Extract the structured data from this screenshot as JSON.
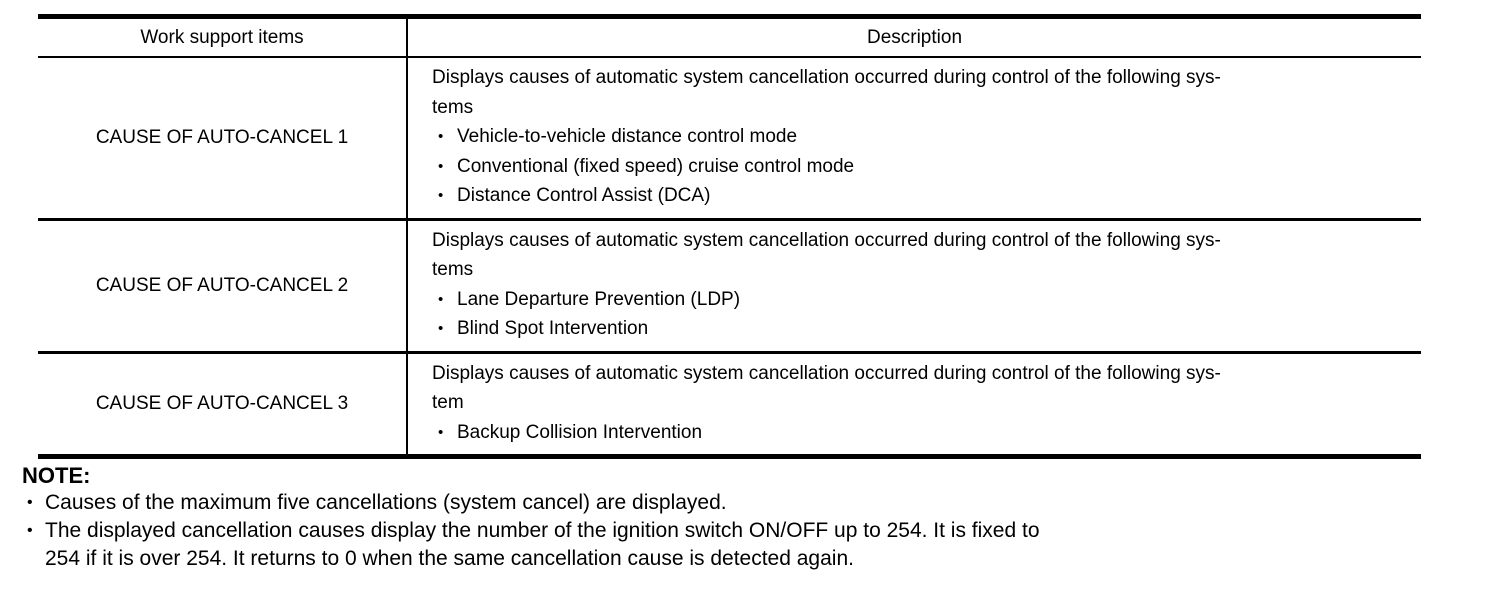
{
  "glyphs": {
    "bullet": "•"
  },
  "table": {
    "headers": {
      "items": "Work support items",
      "description": "Description"
    },
    "rows": [
      {
        "item": "CAUSE OF AUTO-CANCEL 1",
        "description_lines": [
          "Displays causes of automatic system cancellation occurred during control of the following sys-",
          "tems"
        ],
        "bullets": [
          "Vehicle-to-vehicle distance control mode",
          "Conventional (fixed speed) cruise control mode",
          "Distance Control Assist (DCA)"
        ]
      },
      {
        "item": "CAUSE OF AUTO-CANCEL 2",
        "description_lines": [
          "Displays causes of automatic system cancellation occurred during control of the following sys-",
          "tems"
        ],
        "bullets": [
          "Lane Departure Prevention (LDP)",
          "Blind Spot Intervention"
        ]
      },
      {
        "item": "CAUSE OF AUTO-CANCEL 3",
        "description_lines": [
          "Displays causes of automatic system cancellation occurred during control of the following sys-",
          "tem"
        ],
        "bullets": [
          "Backup Collision Intervention"
        ]
      }
    ]
  },
  "note": {
    "label": "NOTE:",
    "items": [
      {
        "lines": [
          "Causes of the maximum five cancellations (system cancel) are displayed."
        ]
      },
      {
        "lines": [
          "The displayed cancellation causes display the number of the ignition switch ON/OFF up to 254. It is fixed to",
          "254 if it is over 254. It returns to 0 when the same cancellation cause is detected again."
        ]
      }
    ]
  }
}
